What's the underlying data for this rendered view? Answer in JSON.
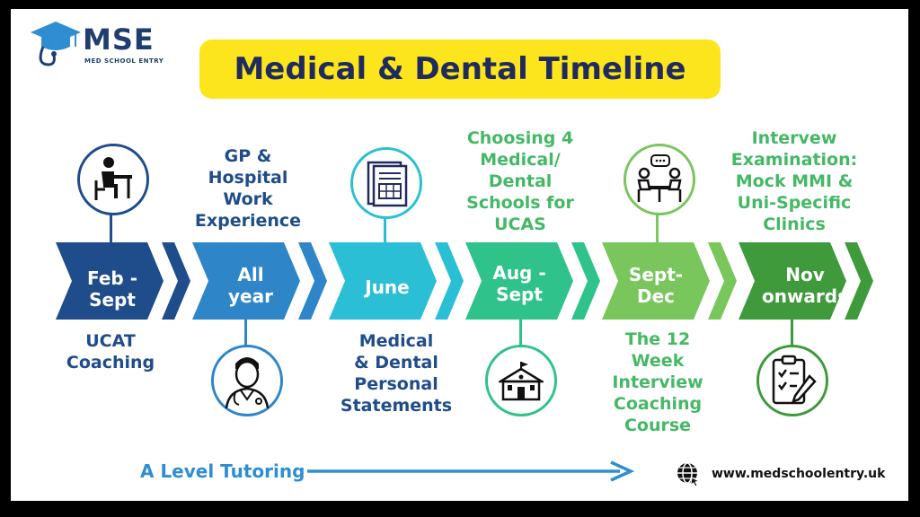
{
  "logo": {
    "name": "MSE",
    "subtitle": "MED SCHOOL ENTRY"
  },
  "title": "Medical & Dental Timeline",
  "stages": [
    {
      "period_line1": "Feb -",
      "period_line2": "Sept",
      "color": "#1f4c8a",
      "label_lines": [
        "UCAT",
        "Coaching"
      ],
      "label_position": "below",
      "icon": "student-at-desk-icon"
    },
    {
      "period_line1": "All",
      "period_line2": "year",
      "color": "#2e86c9",
      "label_lines": [
        "GP &",
        "Hospital",
        "Work",
        "Experience"
      ],
      "label_position": "above",
      "icon": "doctor-icon"
    },
    {
      "period_line1": "June",
      "period_line2": "",
      "color": "#2bbfd6",
      "label_lines": [
        "Medical",
        "& Dental",
        "Personal",
        "Statements"
      ],
      "label_position": "below",
      "icon": "document-icon"
    },
    {
      "period_line1": "Aug -",
      "period_line2": "Sept",
      "color": "#2fc28a",
      "label_lines": [
        "Choosing 4",
        "Medical/",
        "Dental",
        "Schools for",
        "UCAS"
      ],
      "label_position": "above",
      "icon": "school-building-icon"
    },
    {
      "period_line1": "Sept-",
      "period_line2": "Dec",
      "color": "#78c65c",
      "label_lines": [
        "The 12",
        "Week",
        "Interview",
        "Coaching",
        "Course"
      ],
      "label_position": "below",
      "icon": "interview-meeting-icon"
    },
    {
      "period_line1": "Nov",
      "period_line2": "onwards",
      "color": "#3f9a3c",
      "label_lines": [
        "Intervew",
        "Examination:",
        "Mock MMI &",
        "Uni-Specific",
        "Clinics"
      ],
      "label_position": "above",
      "icon": "clipboard-checklist-icon"
    }
  ],
  "footer": {
    "a_level": "A Level Tutoring",
    "website": "www.medschoolentry.uk"
  }
}
